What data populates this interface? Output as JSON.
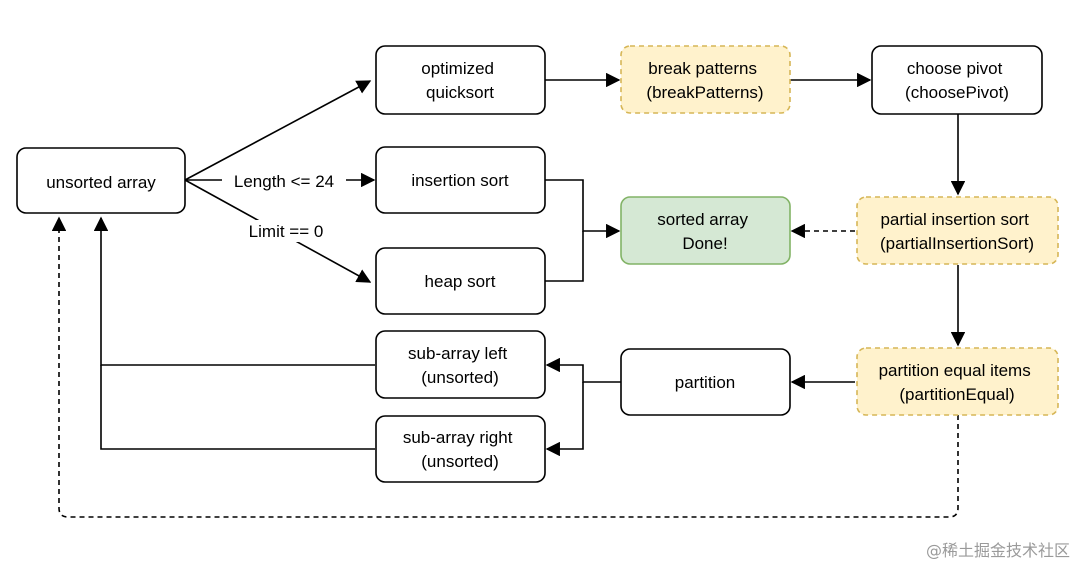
{
  "nodes": {
    "unsorted": {
      "lines": [
        "unsorted array"
      ],
      "style": "plain"
    },
    "optimized": {
      "lines": [
        "optimized",
        "quicksort"
      ],
      "style": "plain"
    },
    "insertion": {
      "lines": [
        "insertion sort"
      ],
      "style": "plain"
    },
    "heap": {
      "lines": [
        "heap sort"
      ],
      "style": "plain"
    },
    "break": {
      "lines": [
        "break patterns",
        "(breakPatterns)"
      ],
      "style": "highlight"
    },
    "pivot": {
      "lines": [
        "choose pivot",
        "(choosePivot)"
      ],
      "style": "plain"
    },
    "sorted": {
      "lines": [
        "sorted array",
        "Done!"
      ],
      "style": "done"
    },
    "partialIns": {
      "lines": [
        "partial insertion sort",
        "(partialInsertionSort)"
      ],
      "style": "highlight"
    },
    "partitionEq": {
      "lines": [
        "partition equal items",
        "(partitionEqual)"
      ],
      "style": "highlight"
    },
    "partition": {
      "lines": [
        "partition"
      ],
      "style": "plain"
    },
    "subLeft": {
      "lines": [
        "sub-array left",
        "(unsorted)"
      ],
      "style": "plain"
    },
    "subRight": {
      "lines": [
        "sub-array right",
        "(unsorted)"
      ],
      "style": "plain"
    }
  },
  "edge_labels": {
    "length": "Length <= 24",
    "limit": "Limit == 0"
  },
  "colors": {
    "plain_fill": "#ffffff",
    "plain_stroke": "#000000",
    "highlight_fill": "#fff2cc",
    "highlight_stroke": "#d6b656",
    "done_fill": "#d5e8d4",
    "done_stroke": "#82b366",
    "line": "#000000"
  },
  "watermark": "@稀土掘金技术社区"
}
